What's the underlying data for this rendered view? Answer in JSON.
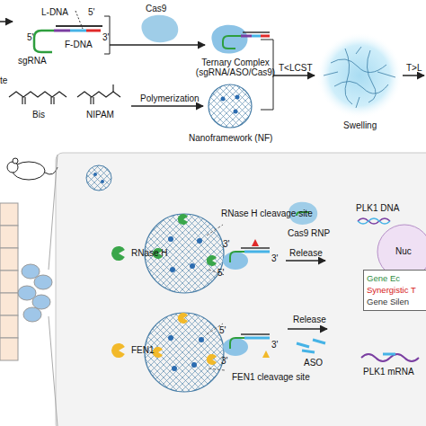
{
  "diagram": {
    "nodes": [
      {
        "text": [
          "Gene Ec",
          "Synergistic T",
          "Gene Silen"
        ]
      }
    ],
    "labels": [
      "L-DNA",
      "5'",
      "5'",
      "3'",
      "sgRNA",
      "F-DNA",
      "Cas9",
      "Ternary Complex (sgRNA/ASO/Cas9)",
      "te",
      "Bis",
      "NIPAM",
      "Polymerization",
      "Nanoframework (NF)",
      "T<LCST",
      "Swelling",
      "T>L",
      "RNase H",
      "RNase H cleavage site",
      "3'",
      "5'",
      "3'",
      "Cas9 RNP",
      "Release",
      "PLK1 DNA",
      "Nuc",
      "FEN1",
      "FEN1 cleavage site",
      "5'",
      "3'",
      "3'",
      "Release",
      "ASO",
      "PLK1 mRNA"
    ]
  }
}
